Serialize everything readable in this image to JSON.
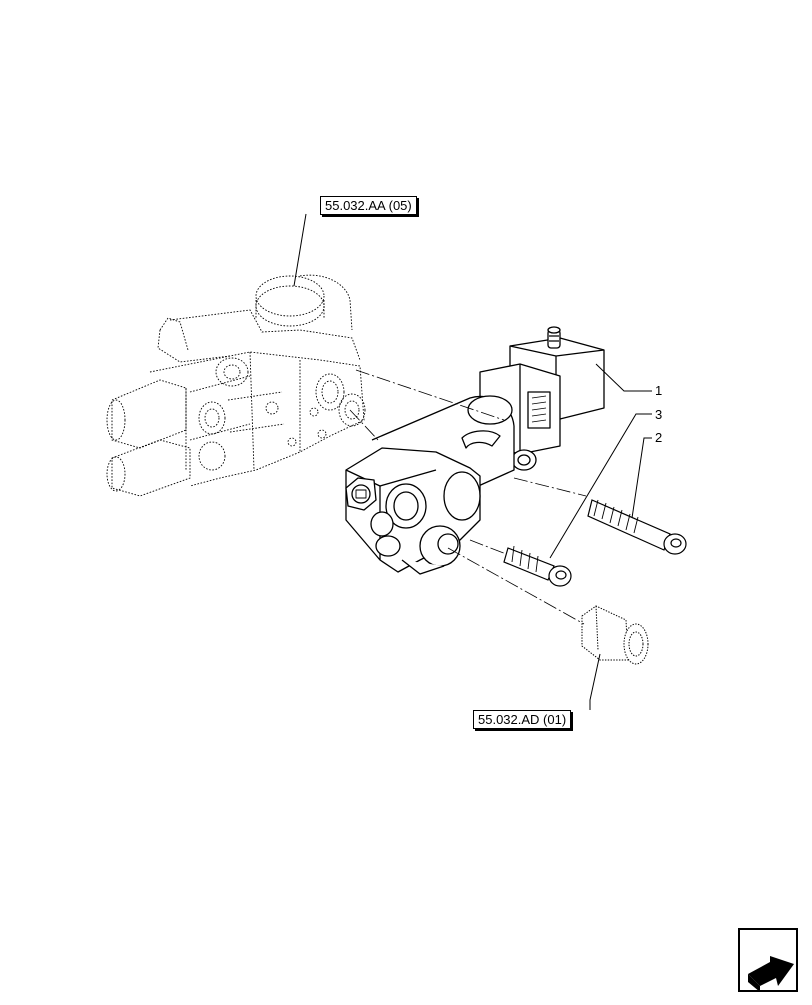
{
  "references": {
    "top": "55.032.AA (05)",
    "bottom": "55.032.AD (01)"
  },
  "callouts": {
    "item1": "1",
    "item2": "2",
    "item3": "3"
  },
  "icons": {
    "navigation": "arrow-next-page-icon"
  },
  "colors": {
    "line": "#000000",
    "background": "#ffffff"
  }
}
